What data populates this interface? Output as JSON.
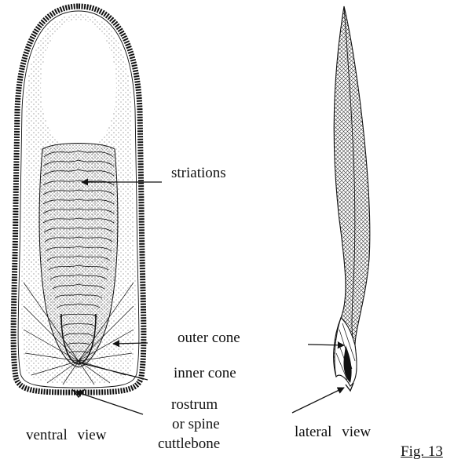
{
  "labels": {
    "striations": "striations",
    "outer_cone": "outer cone",
    "inner_cone": "inner cone",
    "rostrum_line1": "rostrum",
    "rostrum_line2": "or spine",
    "cuttlebone": "cuttlebone",
    "ventral_view": "ventral view",
    "lateral_view": "lateral view",
    "figure": "Fig. 13"
  }
}
